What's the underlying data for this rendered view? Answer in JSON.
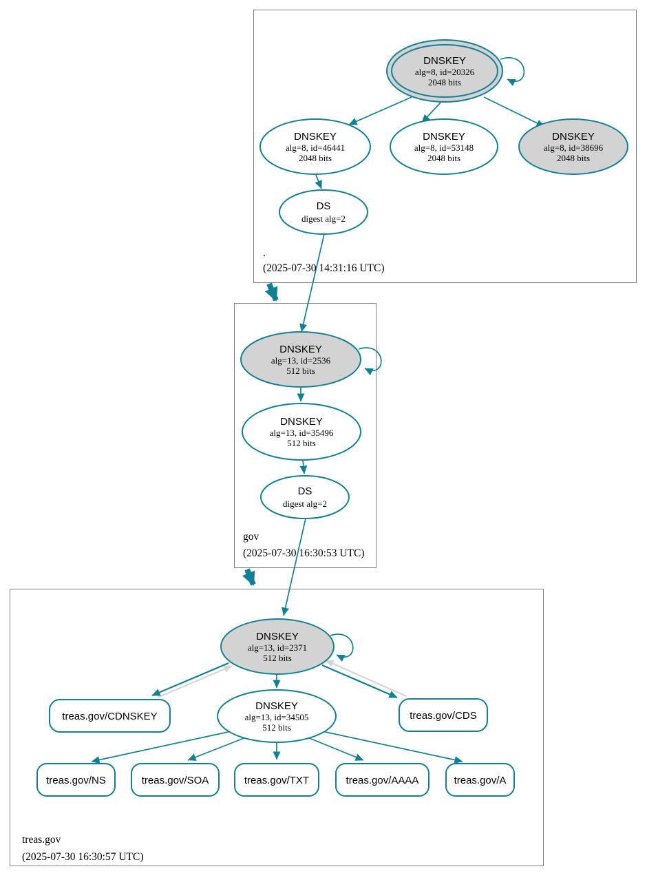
{
  "diagram_type": "dnssec-authentication-chain",
  "colors": {
    "accent_teal": "#128094",
    "edge_gray": "#d6d6d6",
    "node_fill_gray": "#d3d3d3",
    "zone_box_border": "#7f7f7f"
  },
  "zones": [
    {
      "name": ".",
      "timestamp": "(2025-07-30 14:31:16 UTC)",
      "nodes": {
        "ksk": {
          "title": "DNSKEY",
          "line1": "alg=8, id=20326",
          "line2": "2048 bits"
        },
        "zsk1": {
          "title": "DNSKEY",
          "line1": "alg=8, id=46441",
          "line2": "2048 bits"
        },
        "zsk2": {
          "title": "DNSKEY",
          "line1": "alg=8, id=53148",
          "line2": "2048 bits"
        },
        "zsk3": {
          "title": "DNSKEY",
          "line1": "alg=8, id=38696",
          "line2": "2048 bits"
        },
        "ds": {
          "title": "DS",
          "line1": "digest alg=2"
        }
      }
    },
    {
      "name": "gov",
      "timestamp": "(2025-07-30 16:30:53 UTC)",
      "nodes": {
        "ksk": {
          "title": "DNSKEY",
          "line1": "alg=13, id=2536",
          "line2": "512 bits"
        },
        "zsk": {
          "title": "DNSKEY",
          "line1": "alg=13, id=35496",
          "line2": "512 bits"
        },
        "ds": {
          "title": "DS",
          "line1": "digest alg=2"
        }
      }
    },
    {
      "name": "treas.gov",
      "timestamp": "(2025-07-30 16:30:57 UTC)",
      "nodes": {
        "ksk": {
          "title": "DNSKEY",
          "line1": "alg=13, id=2371",
          "line2": "512 bits"
        },
        "zsk": {
          "title": "DNSKEY",
          "line1": "alg=13, id=34505",
          "line2": "512 bits"
        },
        "cdnskey": {
          "label": "treas.gov/CDNSKEY"
        },
        "cds": {
          "label": "treas.gov/CDS"
        },
        "rrsets": [
          {
            "label": "treas.gov/NS"
          },
          {
            "label": "treas.gov/SOA"
          },
          {
            "label": "treas.gov/TXT"
          },
          {
            "label": "treas.gov/AAAA"
          },
          {
            "label": "treas.gov/A"
          }
        ]
      }
    }
  ]
}
